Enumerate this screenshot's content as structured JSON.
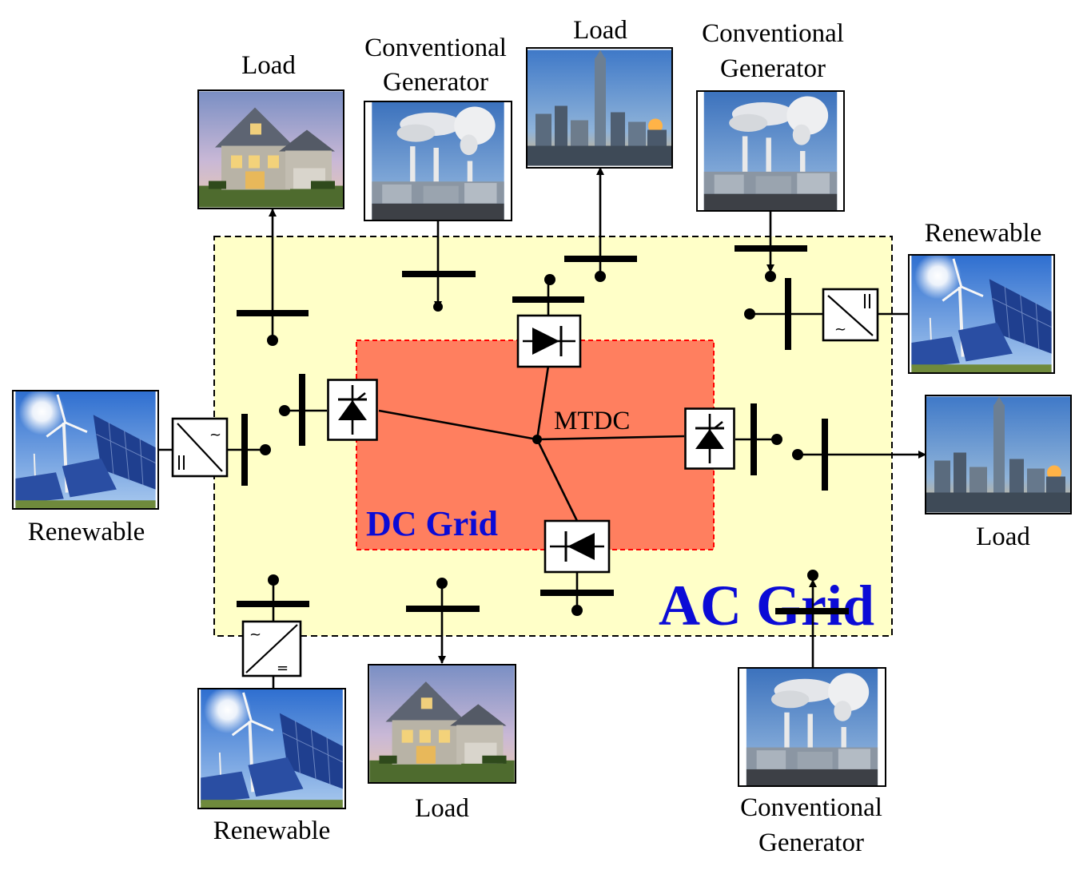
{
  "regions": {
    "ac_grid": "AC Grid",
    "dc_grid": "DC Grid",
    "mtdc": "MTDC"
  },
  "colors": {
    "ac_fill": "#ffffc8",
    "dc_fill": "#ff7f5f",
    "dc_border": "#ff0000",
    "region_text": "#0b0bd6"
  },
  "nodes": {
    "load_top_left": [
      "Load"
    ],
    "gen_top_center": [
      "Conventional",
      "Generator"
    ],
    "load_top_center": [
      "Load"
    ],
    "gen_top_right": [
      "Conventional",
      "Generator"
    ],
    "renewable_right": [
      "Renewable"
    ],
    "load_right": [
      "Load"
    ],
    "renewable_left": [
      "Renewable"
    ],
    "renewable_bottom": [
      "Renewable"
    ],
    "load_bottom": [
      "Load"
    ],
    "gen_bottom_right": [
      "Conventional",
      "Generator"
    ]
  },
  "converter_symbols": {
    "ac": "~",
    "dc": "="
  },
  "icons": {
    "house": "house-photo-icon",
    "city": "city-skyline-photo-icon",
    "power_plant": "power-plant-photo-icon",
    "renewable": "wind-solar-photo-icon",
    "rectifier": "thyristor-converter-icon",
    "inverter": "ac-dc-converter-icon"
  }
}
